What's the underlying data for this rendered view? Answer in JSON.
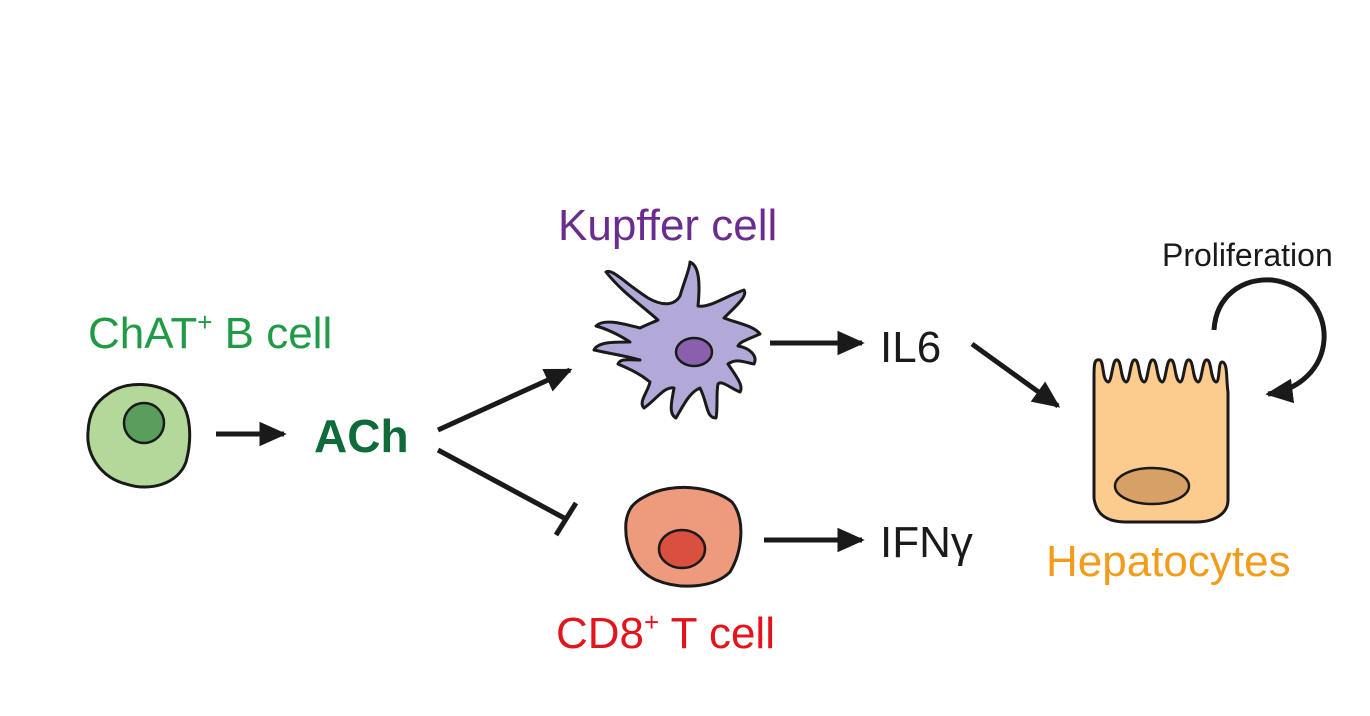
{
  "labels": {
    "b_cell_main": "ChAT",
    "b_cell_sup": "+",
    "b_cell_rest": " B cell",
    "ach": "ACh",
    "kupffer": "Kupffer cell",
    "il6": "IL6",
    "t_cell_main": "CD8",
    "t_cell_sup": "+",
    "t_cell_rest": " T cell",
    "ifng": "IFNγ",
    "proliferation": "Proliferation",
    "hepatocytes": "Hepatocytes"
  },
  "colors": {
    "b_cell_text": "#1f9a45",
    "ach_text": "#0f6b3a",
    "kupffer_text": "#6a2c8e",
    "t_cell_text": "#e3141b",
    "hepatocyte_text": "#f39c1a",
    "b_cell_fill": "#b3d89a",
    "b_cell_nucleus": "#5a9e5e",
    "kupffer_fill": "#b3a9d8",
    "kupffer_nucleus": "#8a5fae",
    "t_cell_fill": "#ee9a7c",
    "t_cell_nucleus": "#d9503f",
    "hepatocyte_fill": "#fccb8e",
    "hepatocyte_nucleus": "#d6a066"
  }
}
